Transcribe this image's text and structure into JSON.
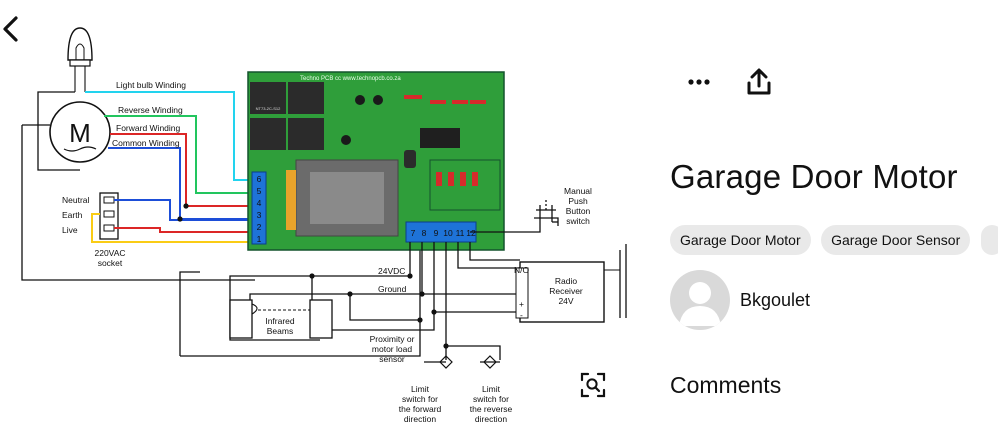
{
  "pin": {
    "title": "Garage Door Motor",
    "tags": [
      "Garage Door Motor",
      "Garage Door Sensor",
      ""
    ],
    "user": {
      "name": "Bkgoulet"
    },
    "comments_heading": "Comments"
  },
  "icons": {
    "back": "chevron-left-icon",
    "more": "ellipsis-icon",
    "share": "share-icon",
    "zoom": "visual-search-icon",
    "avatar": "default-user-icon"
  },
  "diagram": {
    "board_header": "Techno PCB cc www.technopcb.co.za",
    "motor_letter": "M",
    "wires": [
      "Light bulb Winding",
      "Reverse Winding",
      "Forward Winding",
      "Common Winding"
    ],
    "socket": {
      "neutral": "Neutral",
      "earth": "Earth",
      "live": "Live",
      "caption": [
        "220VAC",
        "socket"
      ]
    },
    "terminal_numbers": [
      "6",
      "5",
      "4",
      "3",
      "2",
      "1"
    ],
    "bottom_terminals": [
      "7",
      "8",
      "9",
      "10",
      "11",
      "12"
    ],
    "voltage": "24VDC",
    "ground": "Ground",
    "infrared": [
      "Infrared",
      "Beams"
    ],
    "proximity": [
      "Proximity or",
      "motor load",
      "sensor"
    ],
    "manual_switch": [
      "Manual",
      "Push",
      "Button",
      "switch"
    ],
    "radio": {
      "label": [
        "Radio",
        "Receiver",
        "24V"
      ],
      "no": "N/O",
      "plus": "+",
      "minus": "-"
    },
    "limit_forward": [
      "Limit",
      "switch for",
      "the forward",
      "direction"
    ],
    "limit_reverse": [
      "Limit",
      "switch for",
      "the reverse",
      "direction"
    ],
    "relay_label": "NT73-2C-S12"
  },
  "colors": {
    "pcb": "#2f9e3a",
    "light_wire": "#22d3ee",
    "reverse_wire": "#22c55e",
    "forward_wire": "#dc2626",
    "common_wire": "#1d4ed8",
    "live_wire": "#facc15",
    "terminal_block": "#1e73d8"
  }
}
